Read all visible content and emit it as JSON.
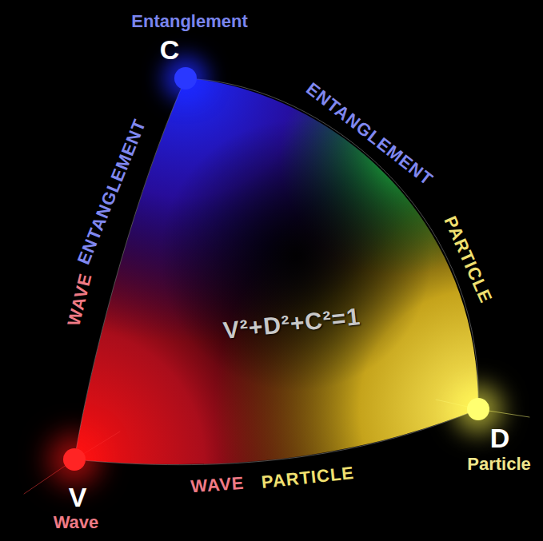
{
  "diagram": {
    "nodes": [
      {
        "text": [
          "Entanglement",
          "C"
        ]
      },
      {
        "text": [
          "V",
          "Wave"
        ]
      },
      {
        "text": [
          "D",
          "Particle"
        ]
      }
    ],
    "edges": [
      {
        "from": 0,
        "to": 1,
        "arrow": "none"
      },
      {
        "from": 1,
        "to": 2,
        "arrow": "none"
      },
      {
        "from": 2,
        "to": 0,
        "arrow": "none"
      }
    ],
    "labels": [
      "ENTANGLEMENT",
      "ENTANGLEMENT",
      "PARTICLE",
      "WAVE",
      "V²+D²+C²=1",
      "WAVE",
      "PARTICLE"
    ]
  }
}
